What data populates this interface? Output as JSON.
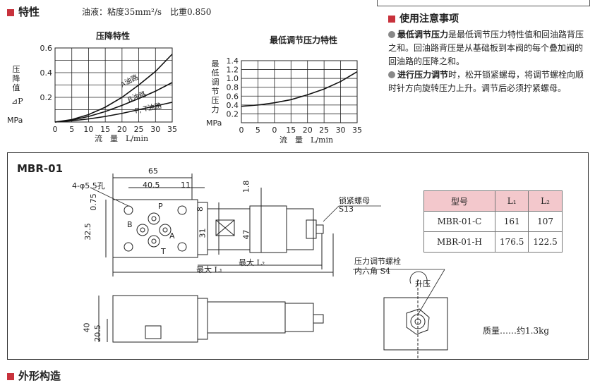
{
  "features": {
    "title": "特性",
    "oil_info": "油液：粘度35mm²/s　比重0.850"
  },
  "chart1": {
    "title": "压降特性",
    "ylabel_lines": [
      "压",
      "降",
      "值",
      "⊿P"
    ],
    "yunit": "MPa",
    "xlabel": "流　量　L/min",
    "yticks": [
      "0.6",
      "0.4",
      "0.2"
    ],
    "xticks": [
      "0",
      "5",
      "10",
      "15",
      "20",
      "25",
      "30",
      "35"
    ],
    "curve_labels": [
      "A油路",
      "B油路",
      "P, T油路"
    ]
  },
  "chart2": {
    "title": "最低调节压力特性",
    "ylabel_lines": [
      "最",
      "低",
      "调",
      "节",
      "压",
      "力"
    ],
    "yunit": "MPa",
    "xlabel": "流　量　L/min",
    "yticks": [
      "1.4",
      "1.2",
      "1.0",
      "0.8",
      "0.6",
      "0.4",
      "0.2"
    ],
    "xticks": [
      "0",
      "5",
      "0",
      "15",
      "20",
      "25",
      "30",
      "35"
    ]
  },
  "chart_data": [
    {
      "type": "line",
      "title": "压降特性",
      "xlabel": "流　量　L/min",
      "ylabel": "压降值 ⊿P MPa",
      "x": [
        0,
        5,
        10,
        15,
        20,
        25,
        30,
        35
      ],
      "xlim": [
        0,
        35
      ],
      "ylim": [
        0,
        0.6
      ],
      "series": [
        {
          "name": "A油路",
          "values": [
            0,
            0.02,
            0.06,
            0.12,
            0.2,
            0.3,
            0.41,
            0.55
          ]
        },
        {
          "name": "B油路",
          "values": [
            0,
            0.015,
            0.045,
            0.085,
            0.135,
            0.19,
            0.25,
            0.32
          ]
        },
        {
          "name": "P, T油路",
          "values": [
            0,
            0.01,
            0.025,
            0.045,
            0.07,
            0.1,
            0.13,
            0.16
          ]
        }
      ]
    },
    {
      "type": "line",
      "title": "最低调节压力特性",
      "xlabel": "流　量　L/min",
      "ylabel": "最低调节压力 MPa",
      "x": [
        0,
        5,
        10,
        15,
        20,
        25,
        30,
        35
      ],
      "xlim": [
        0,
        35
      ],
      "ylim": [
        0,
        1.4
      ],
      "series": [
        {
          "values": [
            0.37,
            0.4,
            0.45,
            0.52,
            0.63,
            0.76,
            0.93,
            1.15
          ]
        }
      ]
    }
  ],
  "notes": {
    "title": "使用注意事项",
    "item1_bold": "最低调节压力",
    "item1_text": "是最低调节压力特性值和回油路背压之和。回油路背压是从基础板到本阀的每个叠加阀的回油路的压降之和。",
    "item2_bold": "进行压力调节",
    "item2_text": "时，松开锁紧螺母，将调节螺栓向顺时针方向旋转压力上升。调节后必须拧紧螺母。"
  },
  "drawing": {
    "model": "MBR-01",
    "hole_note": "4-φ5.5孔",
    "dims": [
      "65",
      "40.5",
      "11",
      "1.8",
      "0.75",
      "8",
      "32.5",
      "31",
      "47",
      "40",
      "20.5"
    ],
    "port_labels": [
      "P",
      "B",
      "A",
      "T"
    ],
    "max_l2": "最大 L₂",
    "max_l1": "最大 L₁",
    "lock_nut": "锁紧螺母",
    "lock_nut_size": "S13",
    "bolt": "压力调节螺栓",
    "bolt_size": "内六角 S4",
    "rise": "升压",
    "mass": "质量……约1.3kg"
  },
  "table": {
    "headers": [
      "型号",
      "L₁",
      "L₂"
    ],
    "rows": [
      [
        "MBR-01-C",
        "161",
        "107"
      ],
      [
        "MBR-01-H",
        "176.5",
        "122.5"
      ]
    ]
  },
  "bottom_heading": "外形构造"
}
